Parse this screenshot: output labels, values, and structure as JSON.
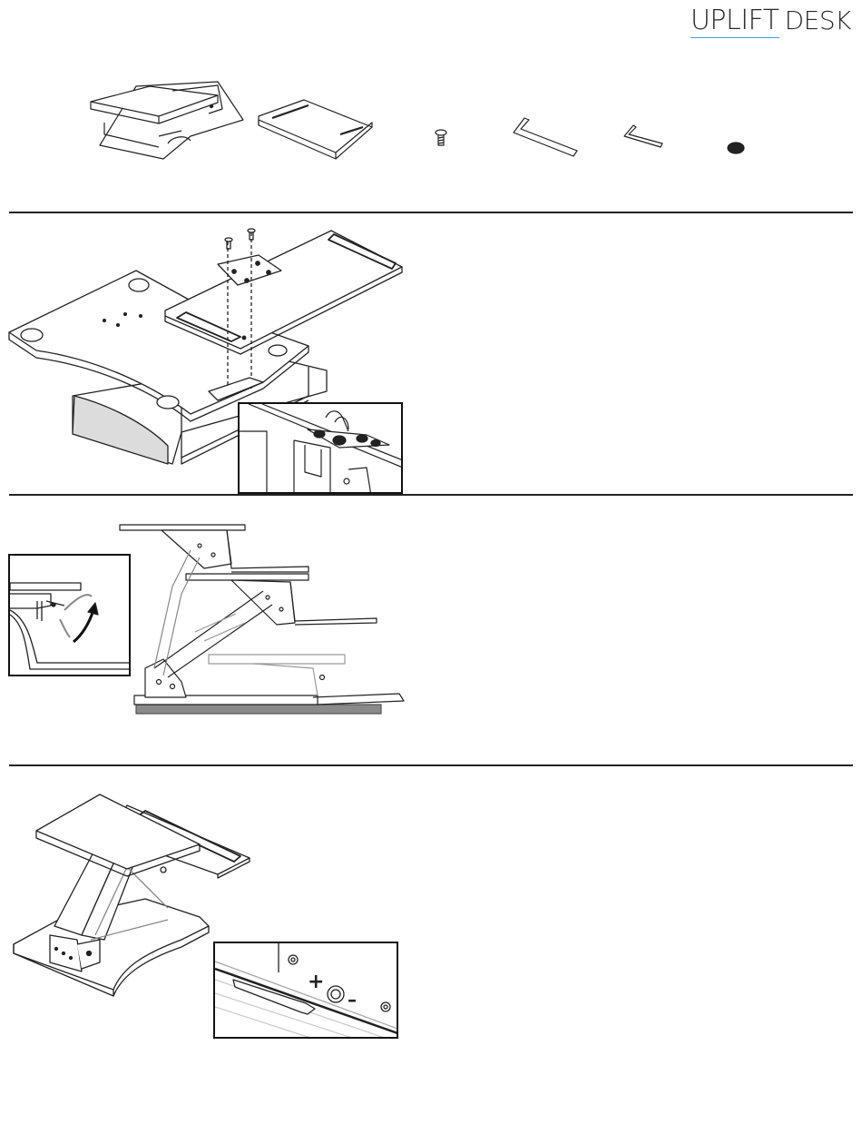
{
  "header": {
    "logo_brand": "UPLIFT",
    "logo_sub": "DESK",
    "accent_color": "#3aa3d8"
  },
  "parts": [
    {
      "icon": "standing-desk-converter-icon"
    },
    {
      "icon": "keyboard-tray-icon"
    },
    {
      "icon": "screw-icon"
    },
    {
      "icon": "large-allen-key-icon"
    },
    {
      "icon": "small-allen-key-icon"
    },
    {
      "icon": "rubber-foot-pad-icon"
    }
  ],
  "steps": [
    {
      "icon": "keyboard-tray-attach-illustration"
    },
    {
      "icon": "height-adjust-lever-illustration"
    },
    {
      "icon": "tension-adjust-illustration"
    }
  ],
  "tension_knob": {
    "plus_symbol": "+",
    "minus_symbol": "–"
  }
}
